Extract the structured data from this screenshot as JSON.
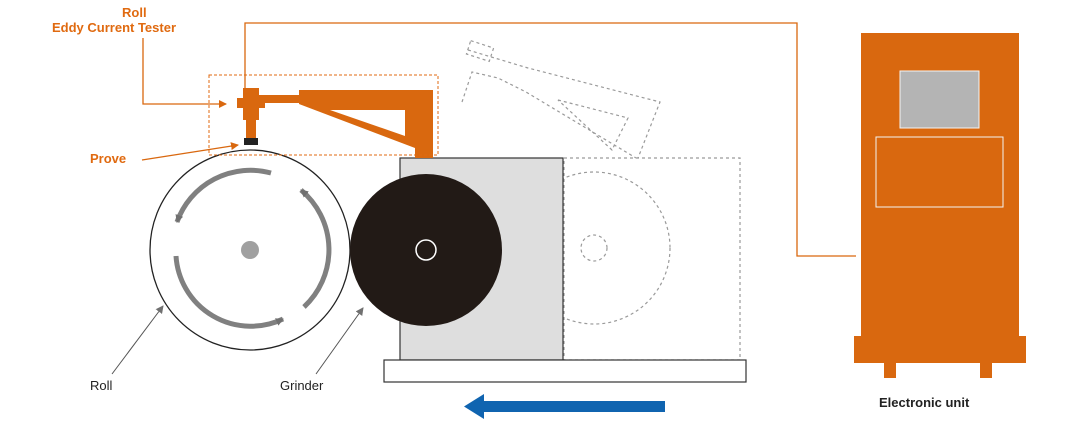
{
  "labels": {
    "tester_line1": "Roll",
    "tester_line2": "Eddy Current Tester",
    "probe": "Prove",
    "roll": "Roll",
    "grinder": "Grinder",
    "electronic_unit": "Electronic unit"
  },
  "colors": {
    "accent_orange": "#d9680f",
    "label_orange": "#e06a10",
    "arrow_blue": "#1064b0",
    "grinder_body": "#221a16",
    "housing_gray": "#dedede",
    "roll_arrow_gray": "#808080",
    "screen_gray": "#b4b4b4",
    "dashed_gray": "#9a9a9a"
  }
}
